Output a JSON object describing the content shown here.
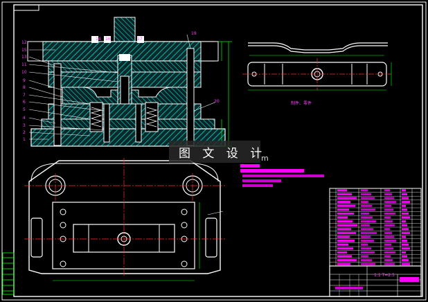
{
  "watermark": {
    "text": "图 文 设 计",
    "suffix": "m"
  },
  "part_caption": "制件、零件",
  "title_block": {
    "scale_label": "1:1  T=2.5"
  },
  "colors": {
    "background": "#000000",
    "line": "#ffffff",
    "hatch": "#00e8e8",
    "center": "#ff3030",
    "dim": "#00ff00",
    "leader": "#ffffff",
    "label": "#ff40ff",
    "note_bar": "#ff00ff"
  },
  "leader_labels": [
    {
      "id": "1"
    },
    {
      "id": "2"
    },
    {
      "id": "3"
    },
    {
      "id": "4"
    },
    {
      "id": "5"
    },
    {
      "id": "6"
    },
    {
      "id": "7"
    },
    {
      "id": "8"
    },
    {
      "id": "9"
    },
    {
      "id": "10"
    },
    {
      "id": "11"
    },
    {
      "id": "12"
    },
    {
      "id": "13"
    },
    {
      "id": "14"
    },
    {
      "id": "15"
    },
    {
      "id": "16"
    },
    {
      "id": "17"
    },
    {
      "id": "19"
    },
    {
      "id": "20"
    }
  ]
}
